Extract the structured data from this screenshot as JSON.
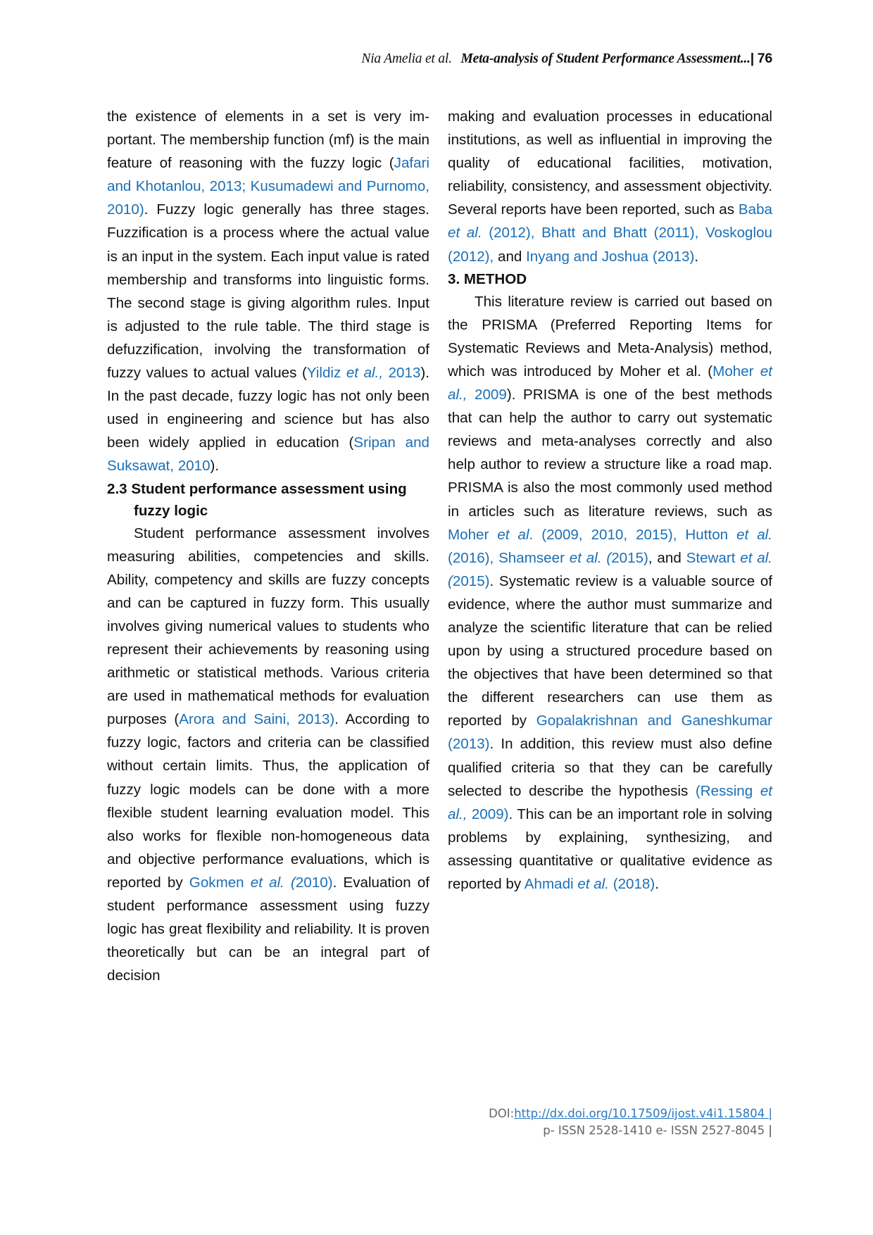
{
  "header": {
    "authors": "Nia Amelia et al.",
    "title": "Meta-analysis of Student Performance Assessment...",
    "separator": "|",
    "page_number": "76"
  },
  "left_column": {
    "para1": {
      "t1": "the existence of elements in a set is very im­portant. The membership function (mf) is the main feature of reasoning with the fuzzy logic (",
      "c1": "Jafari and Khotanlou, 2013; Kusumadewi and Purnomo, 2010)",
      "t2": ". Fuzzy logic generally has three stages. Fuzzification is a process where the actual value is an input in the sys­tem. Each input value is rated membership and transforms into linguistic forms. The sec­ond stage is giving algorithm rules. Input is adjusted to the rule table. The third stage is defuzzification, involving the transformation of fuzzy values to actual values (",
      "c2a": "Yildiz ",
      "c2b": "et al.,",
      "c2c": " 2013",
      "t3": "). ",
      "c3": "",
      "t4": "In the past decade, fuzzy logic has not only been used in engineering and science but has also been widely applied in education (",
      "c4": "Sripan and Suksawat, 2010",
      "t5": ")."
    },
    "heading": "2.3 Student performance assessment using fuzzy logic",
    "para2": {
      "t1": "Student performance assessment in­volves measuring abilities, competencies and skills. Ability, competency and skills are fuzzy concepts and can be captured in fuzzy form. This usually involves giving numerical values to students who represent their achieve­ments by reasoning using arithmetic or sta­tistical methods. Various criteria are used in mathematical methods for evaluation pur­poses (",
      "c1": "Arora and Saini, 2013)",
      "t2": ". According to fuzzy logic, factors and criteria can be classi­fied without certain limits. Thus, the applica­tion of fuzzy logic models can be done with a more flexible student learning evaluation model. This also works for flexible non-ho­mogeneous data and objective performance evaluations, which is reported by ",
      "c2a": "Gokmen ",
      "c2b": "et al. (",
      "c2c": "2010)",
      "t3": ". Evaluation of student perfor­mance assessment using fuzzy logic has great flexibility and reliability. It is proven theoret­ically but can be an integral part of decision"
    }
  },
  "right_column": {
    "para1": {
      "t1": "making and evaluation processes in educa­tional institutions, as well as influential in im­proving the quality of educational facilities, motivation, reliability, consistency, and as­sessment objectivity. Several reports have been reported, such as ",
      "c1a": "Baba ",
      "c1b": "et al.",
      "c1c": " (2012), Bhatt and Bhatt (2011), Voskoglou (2012),",
      "t2": " and ",
      "c2": "Inyang and Joshua (2013)",
      "t3": "."
    },
    "heading": "3. METHOD",
    "para2": {
      "t1": "This literature review is carried out based on the PRISMA (Preferred Reporting Items for Systematic Reviews and Meta-Anal­ysis) method, which was introduced by Moher et al. (",
      "c1a": "Moher ",
      "c1b": "et al.,",
      "c1c": " 2009",
      "t2": "). PRISMA is one of the best methods that can help the au­thor to carry out systematic reviews and meta-analyses correctly and also help author to review a structure like a road map. PRISMA is also the most commonly used method in articles such as literature reviews, such as ",
      "c2a": "Moher ",
      "c2b": "et al",
      "c2c": ". (2009, 2010, 2015), Hutton ",
      "c2d": "et al.",
      "c2e": " (2016), Shamseer ",
      "c2f": "et al. (",
      "c2g": "2015)",
      "t3": ", and ",
      "c3a": "Stewart ",
      "c3b": "et al. (",
      "c3c": "2015)",
      "t4": ". Systematic review is a valuable source of evidence, where the author must summarize and analyze the scientific litera­ture that can be relied upon by using a struc­tured procedure based on the objectives that have been determined so that the different researchers can use them as reported by ",
      "c4": "Go­palakrishnan and Ganeshkumar (2013)",
      "t5": ". In ad­dition, this review must also define qualified criteria so that they can be carefully selected to describe the hypothesis ",
      "c5a": "(Ressing ",
      "c5b": "et al.,",
      "c5c": " 2009)",
      "t6": ". This can be an important role in solv­ing problems by explaining, synthesizing, and assessing quantitative or qualitative evi­dence as reported by ",
      "c6a": "Ahmadi ",
      "c6b": "et al.",
      "c6c": " (2018)",
      "t7": "."
    }
  },
  "footer": {
    "doi_label": "DOI:",
    "doi_link": "http://dx.doi.org/10.17509/ijost.v4i1.15804 |",
    "issn": "p- ISSN 2528-1410 e- ISSN 2527-8045",
    "issn_bar": " |"
  },
  "colors": {
    "text": "#111111",
    "citation_link": "#1a6fb5",
    "footer_text": "#666666",
    "footer_link": "#2a78c2"
  }
}
